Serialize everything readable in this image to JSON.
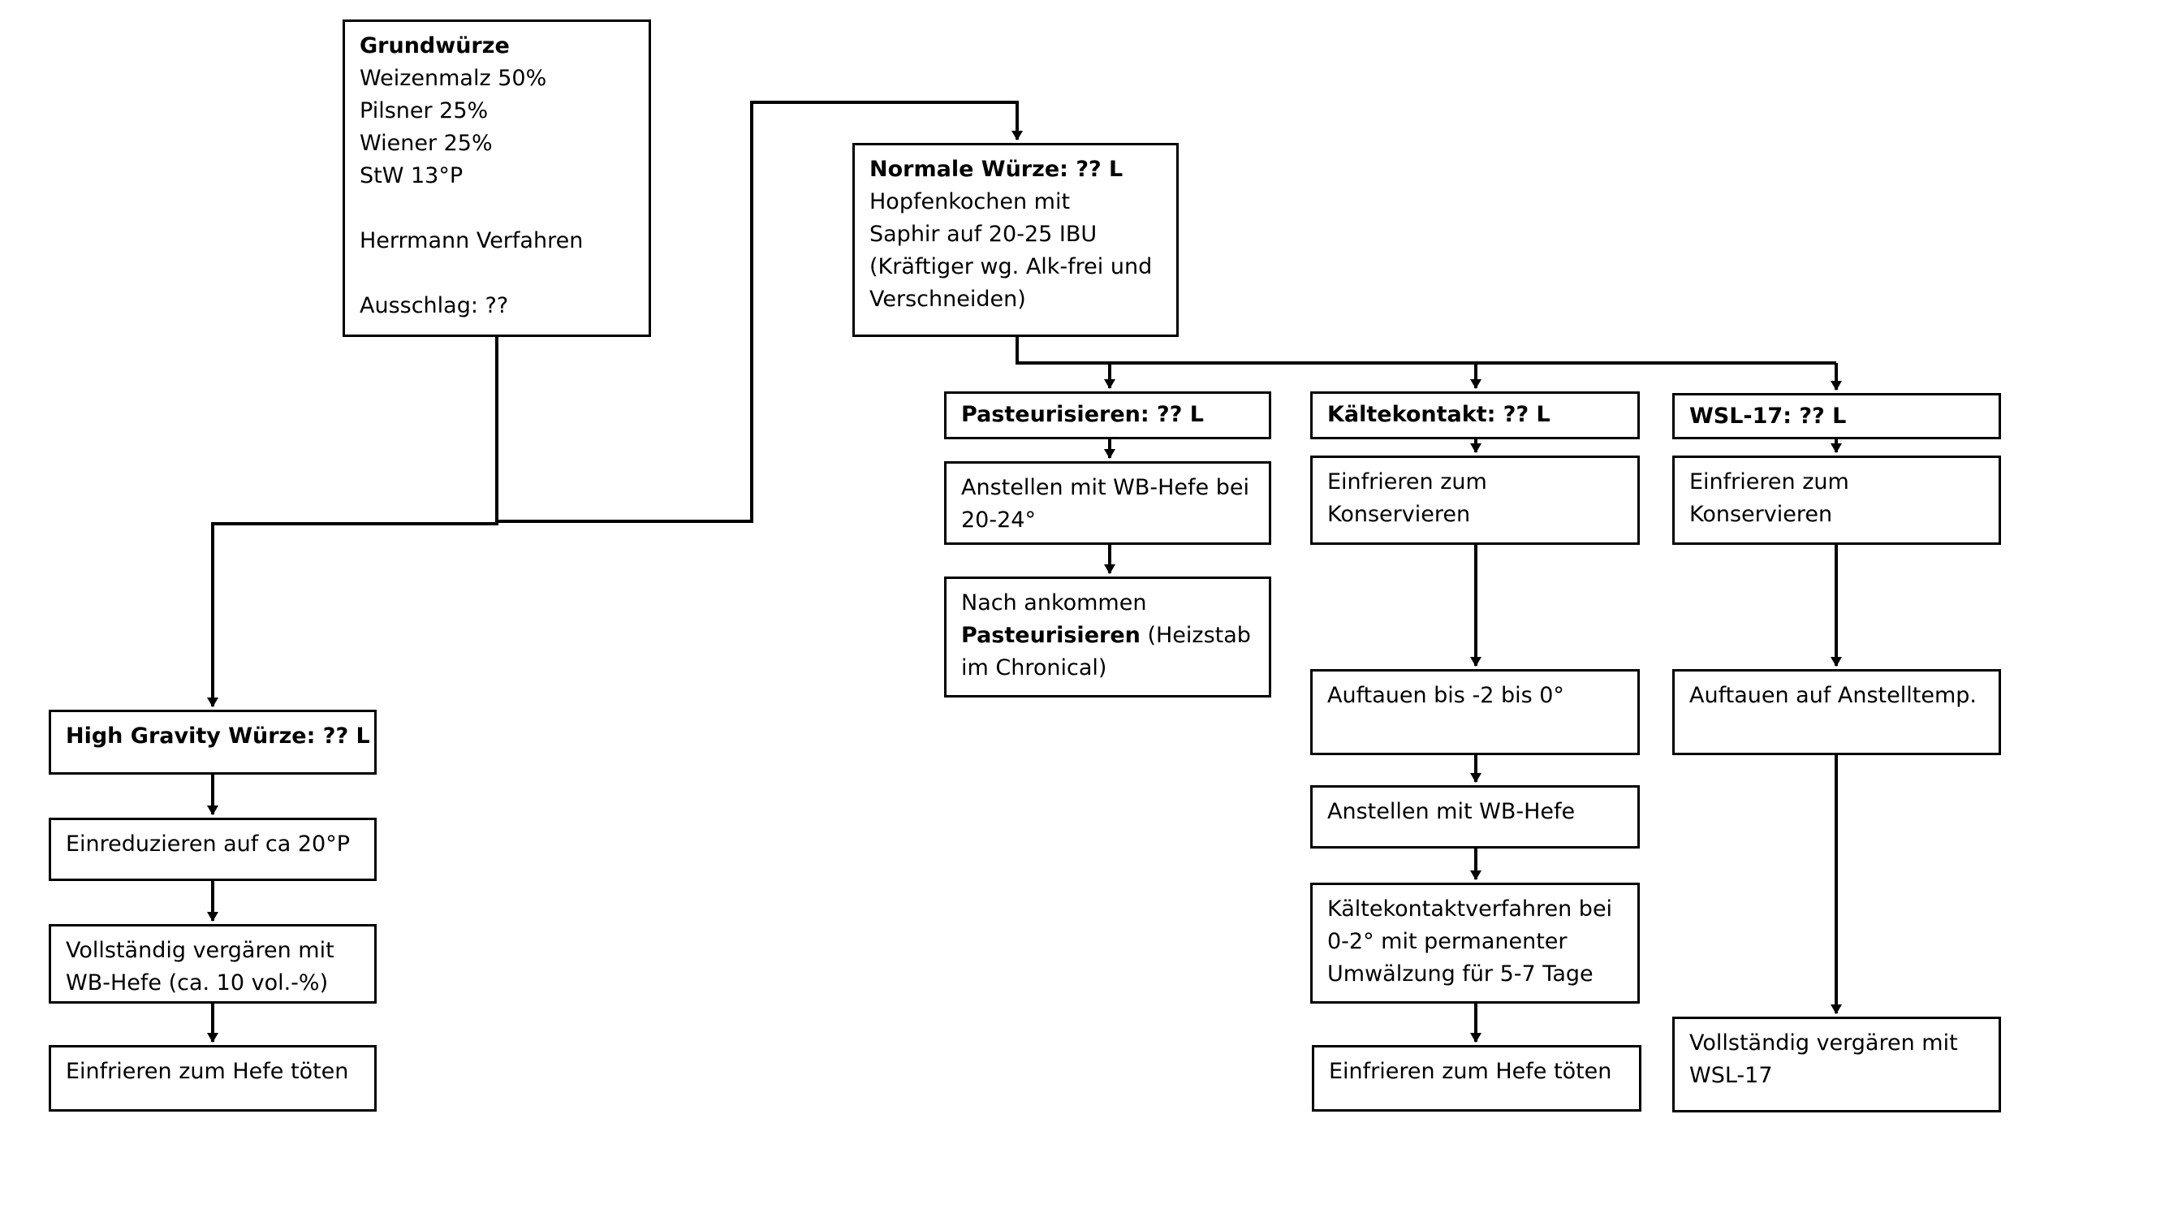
{
  "diagram": {
    "grundwuerze": {
      "title": "Grundwürze",
      "lines": [
        "Weizenmalz 50%",
        "Pilsner 25%",
        "Wiener 25%",
        "StW 13°P"
      ],
      "method": "Herrmann Verfahren",
      "ausschlag": "Ausschlag: ??"
    },
    "normal": {
      "title": "Normale Würze: ?? L",
      "lines": [
        "Hopfenkochen mit",
        "Saphir auf 20-25 IBU",
        "(Kräftiger wg. Alk-frei und",
        "Verschneiden)"
      ]
    },
    "high_gravity": {
      "title": "High Gravity Würze: ?? L",
      "steps": [
        "Einreduzieren auf ca 20°P"
      ],
      "step2": [
        "Vollständig vergären mit",
        "WB-Hefe (ca. 10 vol.-%)"
      ],
      "step3": "Einfrieren zum Hefe töten"
    },
    "pasteur": {
      "title": "Pasteurisieren: ?? L",
      "step1": [
        "Anstellen mit WB-Hefe bei",
        "20-24°"
      ],
      "step2_a": "Nach ankommen",
      "step2_b": "Pasteurisieren",
      "step2_c": " (Heizstab",
      "step2_d": "im Chronical)"
    },
    "kaelte": {
      "title": "Kältekontakt: ?? L",
      "step1": [
        "Einfrieren zum",
        "Konservieren"
      ],
      "step2": "Auftauen bis -2 bis 0°",
      "step3": "Anstellen mit WB-Hefe",
      "step4": [
        "Kältekontaktverfahren bei",
        "0-2° mit permanenter",
        "Umwälzung für 5-7 Tage"
      ],
      "step5": "Einfrieren zum Hefe töten"
    },
    "wsl": {
      "title": "WSL-17: ?? L",
      "step1": [
        "Einfrieren zum",
        "Konservieren"
      ],
      "step2": "Auftauen auf Anstelltemp.",
      "step3": [
        "Vollständig vergären mit",
        "WSL-17"
      ]
    }
  }
}
